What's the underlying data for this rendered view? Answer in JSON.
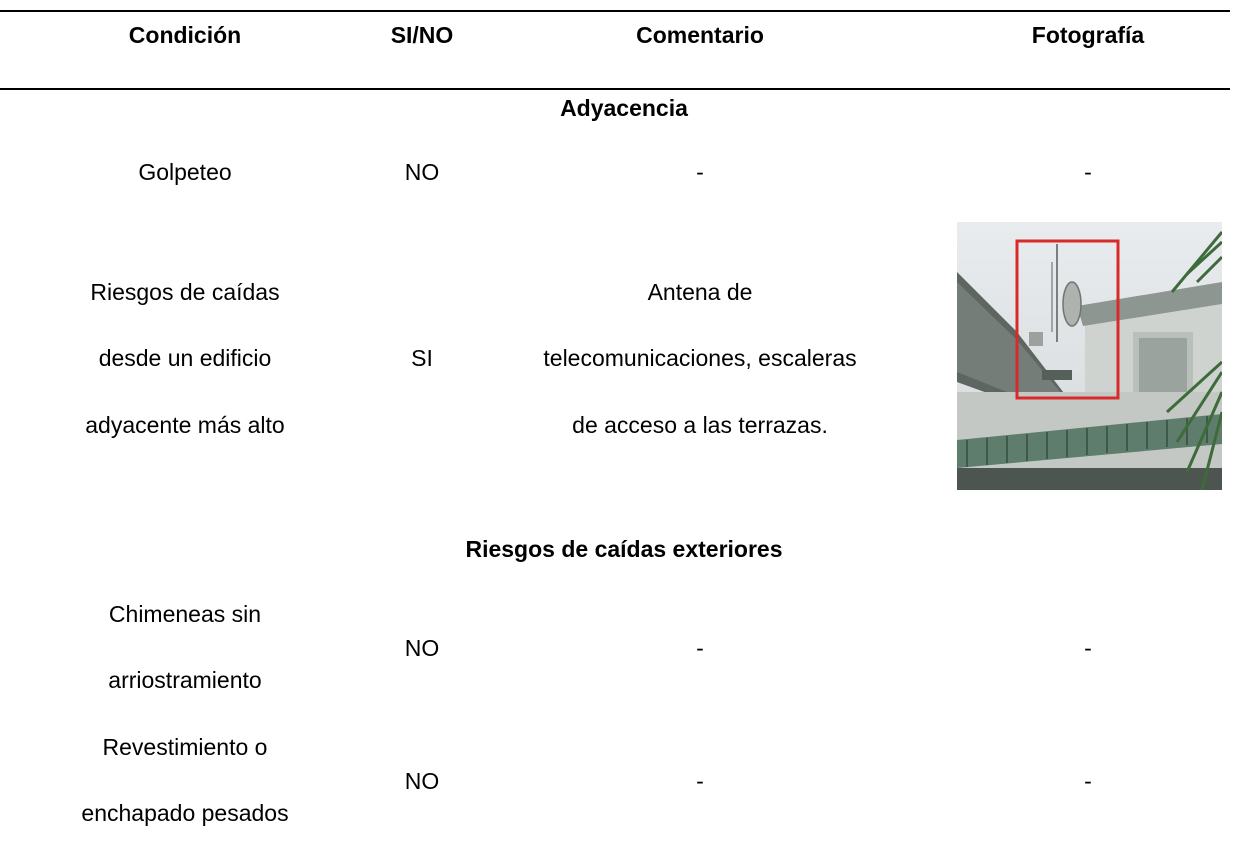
{
  "table": {
    "headers": [
      "Condición",
      "SI/NO",
      "Comentario",
      "Fotografía"
    ],
    "sections": [
      {
        "title": "Adyacencia",
        "rows": [
          {
            "condicion": [
              "Golpeteo"
            ],
            "si_no": "NO",
            "comentario": [
              "-"
            ],
            "fotografia": "-"
          },
          {
            "condicion": [
              "Riesgos de caídas",
              "desde un edificio",
              "adyacente más alto"
            ],
            "si_no": "SI",
            "comentario": [
              "Antena de",
              "telecomunicaciones, escaleras",
              "de acceso a las terrazas."
            ],
            "fotografia_image": "photo-rooftop-antenna-highlighted"
          }
        ]
      },
      {
        "title": "Riesgos de caídas exteriores",
        "rows": [
          {
            "condicion": [
              "Chimeneas sin",
              "arriostramiento"
            ],
            "si_no": "NO",
            "comentario": [
              "-"
            ],
            "fotografia": "-"
          },
          {
            "condicion": [
              "Revestimiento o",
              "enchapado pesados"
            ],
            "si_no": "NO",
            "comentario": [
              "-"
            ],
            "fotografia": "-"
          }
        ]
      }
    ],
    "colors": {
      "rule": "#000000",
      "highlight_box": "#d92a2a"
    }
  }
}
